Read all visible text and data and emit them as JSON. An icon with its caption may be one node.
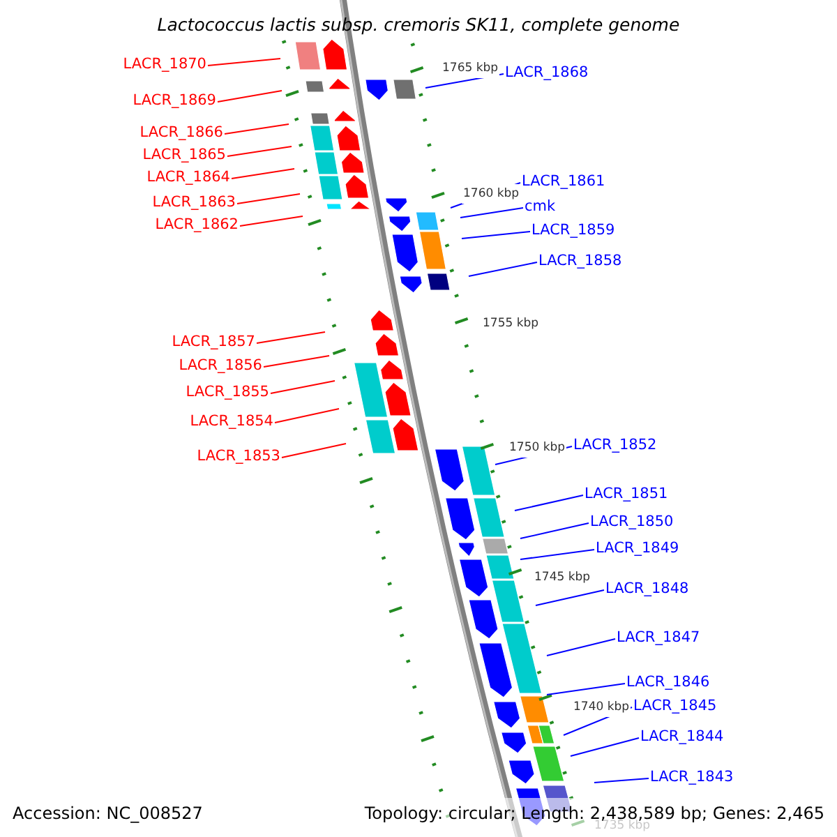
{
  "diagram": {
    "title": "Lactococcus lactis subsp. cremoris SK11, complete genome",
    "nodes": [
      {
        "text": [
          "LACR_1870"
        ]
      },
      {
        "text": [
          "LACR_1868"
        ]
      },
      {
        "text": [
          "LACR_1869"
        ]
      },
      {
        "text": [
          "LACR_1866"
        ]
      },
      {
        "text": [
          "LACR_1865"
        ]
      },
      {
        "text": [
          "LACR_1864"
        ]
      },
      {
        "text": [
          "LACR_1861"
        ]
      },
      {
        "text": [
          "LACR_1863"
        ]
      },
      {
        "text": [
          "cmk"
        ]
      },
      {
        "text": [
          "LACR_1862"
        ]
      },
      {
        "text": [
          "LACR_1859"
        ]
      },
      {
        "text": [
          "LACR_1858"
        ]
      },
      {
        "text": [
          "LACR_1857"
        ]
      },
      {
        "text": [
          "LACR_1856"
        ]
      },
      {
        "text": [
          "LACR_1855"
        ]
      },
      {
        "text": [
          "LACR_1854"
        ]
      },
      {
        "text": [
          "LACR_1852"
        ]
      },
      {
        "text": [
          "LACR_1853"
        ]
      },
      {
        "text": [
          "LACR_1851"
        ]
      },
      {
        "text": [
          "LACR_1850"
        ]
      },
      {
        "text": [
          "LACR_1849"
        ]
      },
      {
        "text": [
          "LACR_1848"
        ]
      },
      {
        "text": [
          "LACR_1847"
        ]
      },
      {
        "text": [
          "LACR_1846"
        ]
      },
      {
        "text": [
          "LACR_1845"
        ]
      },
      {
        "text": [
          "LACR_1844"
        ]
      },
      {
        "text": [
          "LACR_1843"
        ]
      }
    ],
    "edges": [
      {
        "from": 0,
        "to": null,
        "arrow": "none",
        "color": "#ff0000"
      },
      {
        "from": 1,
        "to": null,
        "arrow": "none"
      },
      {
        "from": 2,
        "to": null,
        "arrow": "none",
        "color": "#ff0000"
      },
      {
        "from": 3,
        "to": null,
        "arrow": "none",
        "color": "#ff0000"
      },
      {
        "from": 4,
        "to": null,
        "arrow": "none",
        "color": "#ff0000"
      },
      {
        "from": 5,
        "to": null,
        "arrow": "none",
        "color": "#ff0000"
      },
      {
        "from": 6,
        "to": null,
        "arrow": "none"
      },
      {
        "from": 7,
        "to": null,
        "arrow": "none",
        "color": "#ff0000"
      },
      {
        "from": 8,
        "to": null,
        "arrow": "none"
      },
      {
        "from": 9,
        "to": null,
        "arrow": "none",
        "color": "#ff0000"
      },
      {
        "from": 10,
        "to": null,
        "arrow": "none"
      },
      {
        "from": 11,
        "to": null,
        "arrow": "none"
      },
      {
        "from": 12,
        "to": null,
        "arrow": "none",
        "color": "#ff0000"
      },
      {
        "from": 13,
        "to": null,
        "arrow": "none",
        "color": "#ff0000"
      },
      {
        "from": 14,
        "to": null,
        "arrow": "none",
        "color": "#ff0000"
      },
      {
        "from": 15,
        "to": null,
        "arrow": "none",
        "color": "#ff0000"
      },
      {
        "from": 16,
        "to": null,
        "arrow": "none"
      },
      {
        "from": 17,
        "to": null,
        "arrow": "none",
        "color": "#ff0000"
      },
      {
        "from": 18,
        "to": null,
        "arrow": "none"
      },
      {
        "from": 19,
        "to": null,
        "arrow": "none"
      },
      {
        "from": 20,
        "to": null,
        "arrow": "none"
      },
      {
        "from": 21,
        "to": null,
        "arrow": "none"
      },
      {
        "from": 22,
        "to": null,
        "arrow": "none"
      },
      {
        "from": 23,
        "to": null,
        "arrow": "none"
      },
      {
        "from": 24,
        "to": null,
        "arrow": "none"
      },
      {
        "from": 25,
        "to": null,
        "arrow": "none"
      },
      {
        "from": 26,
        "to": null,
        "arrow": "none"
      }
    ],
    "labels": [
      "1765 kbp",
      "1760 kbp",
      "1755 kbp",
      "1750 kbp",
      "1745 kbp",
      "1740 kbp",
      "1735 kbp",
      "Accession: NC_008527",
      "Topology: circular; Length: 2,438,589 bp; Genes: 2,465"
    ]
  }
}
